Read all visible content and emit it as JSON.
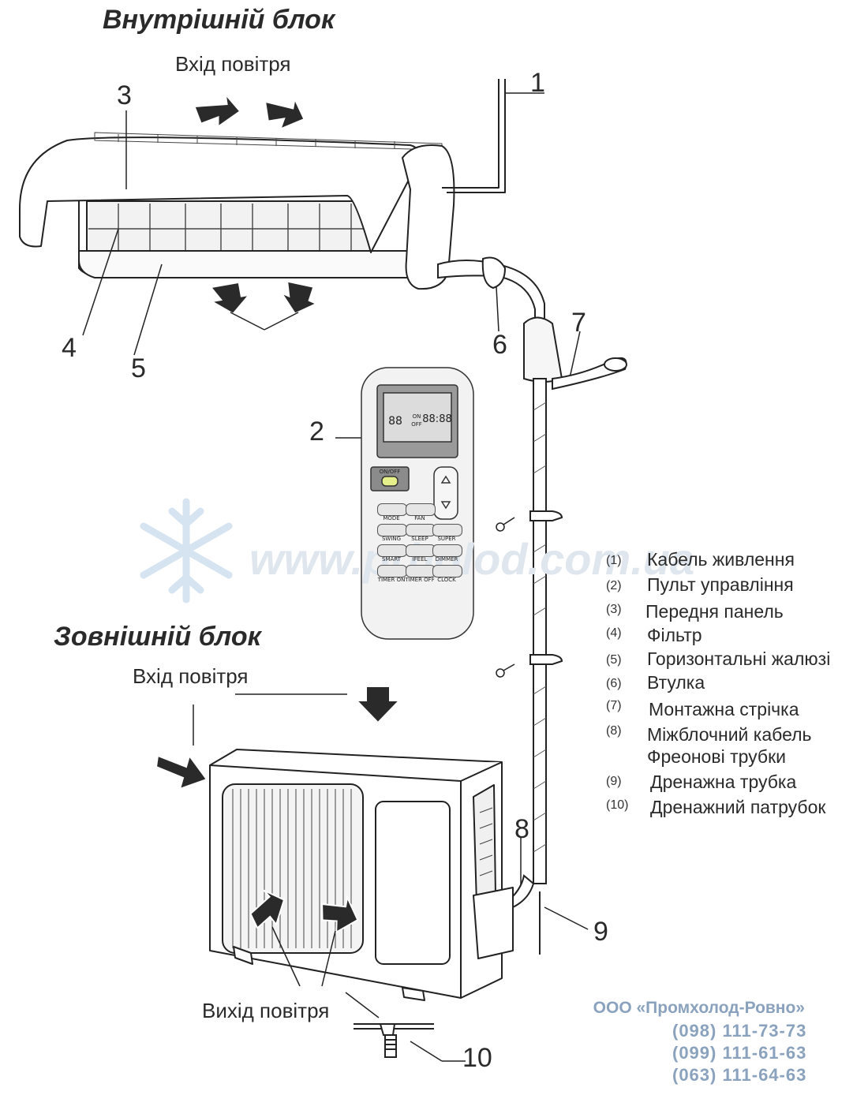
{
  "titles": {
    "indoor": "Внутрішній блок",
    "outdoor": "Зовнішній блок"
  },
  "air_labels": {
    "indoor_inlet": "Вхід повітря",
    "outdoor_inlet": "Вхід повітря",
    "outdoor_outlet": "Вихід повітря"
  },
  "callouts": [
    "1",
    "2",
    "3",
    "4",
    "5",
    "6",
    "7",
    "8",
    "9",
    "10"
  ],
  "legend": [
    {
      "n": "(1)",
      "text": "Кабель живлення"
    },
    {
      "n": "(2)",
      "text": "Пульт управління"
    },
    {
      "n": "(3)",
      "text": "Передня панель"
    },
    {
      "n": "(4)",
      "text": "Фільтр"
    },
    {
      "n": "(5)",
      "text": "Горизонтальні жалюзі"
    },
    {
      "n": "(6)",
      "text": "Втулка"
    },
    {
      "n": "(7)",
      "text": "Монтажна стрічка"
    },
    {
      "n": "(8)",
      "text": "Міжблочний кабель"
    },
    {
      "n": "",
      "text": "Фреонові трубки"
    },
    {
      "n": "(9)",
      "text": "Дренажна трубка"
    },
    {
      "n": "(10)",
      "text": "Дренажний патрубок"
    }
  ],
  "remote": {
    "onoff": "ON/OFF",
    "display_temp": "88",
    "display_time": "88:88",
    "on_label": "ON",
    "off_label": "OFF",
    "buttons": [
      "MODE",
      "FAN",
      "SWING",
      "SLEEP",
      "SUPER",
      "SMART",
      "IFEEL",
      "DIMMER",
      "TIMER ON",
      "TIMER OFF",
      "CLOCK"
    ]
  },
  "company": {
    "name": "ООО «Промхолод-Ровно»",
    "phones": [
      "(098) 111-73-73",
      "(099) 111-61-63",
      "(063) 111-64-63"
    ]
  },
  "watermark": "www.prholod.com.ua",
  "colors": {
    "line": "#222222",
    "watermark": "#dfe6ee",
    "company": "#8aa2bd",
    "snow": "#cfe0f0"
  }
}
